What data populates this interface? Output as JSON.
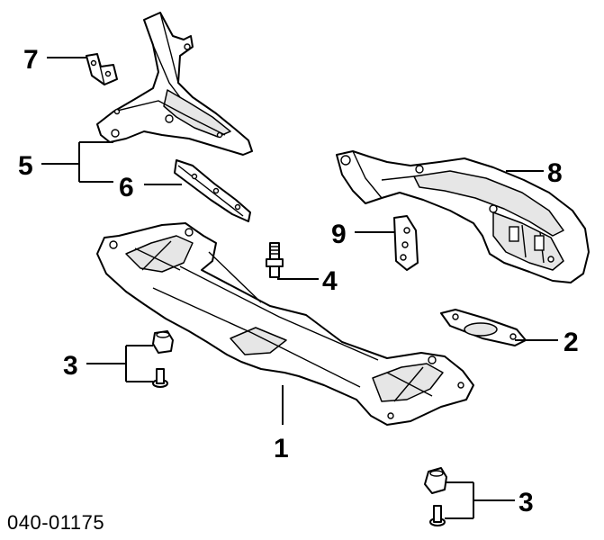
{
  "diagram_code": "040-01175",
  "callouts": {
    "c1": "1",
    "c2": "2",
    "c3a": "3",
    "c3b": "3",
    "c4": "4",
    "c5": "5",
    "c6": "6",
    "c7": "7",
    "c8": "8",
    "c9": "9"
  }
}
